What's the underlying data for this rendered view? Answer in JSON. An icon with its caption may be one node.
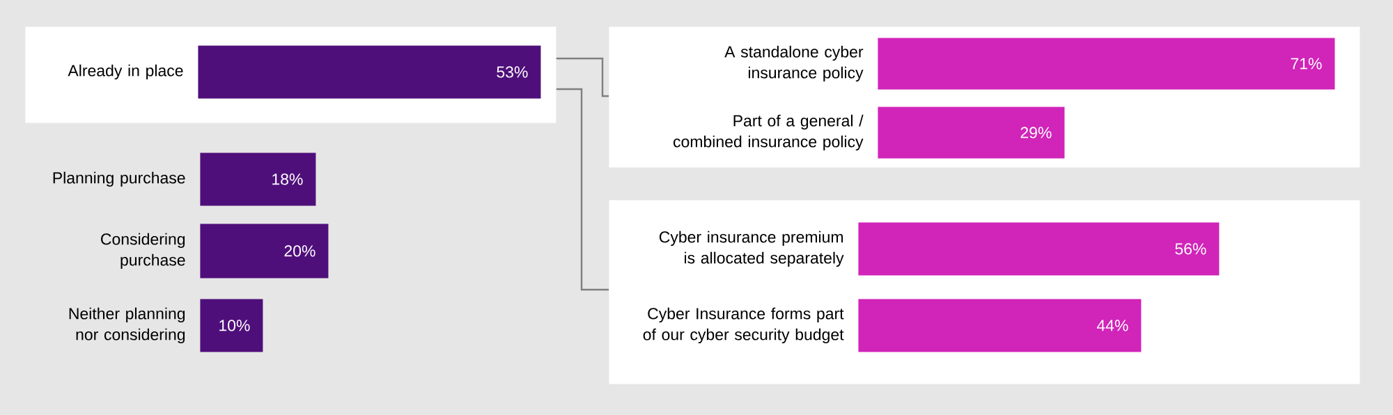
{
  "diagram": {
    "nodes": [
      {
        "text": [],
        "shape": "box"
      },
      {
        "text": [
          "53%"
        ],
        "in": 0,
        "beside": [
          "Already in place"
        ]
      },
      {
        "text": [
          "18%"
        ],
        "beside": [
          "Planning purchase"
        ]
      },
      {
        "text": [
          "20%"
        ],
        "beside": [
          "Considering purchase"
        ]
      },
      {
        "text": [
          "10%"
        ],
        "beside": [
          "Neither planning nor considering"
        ]
      },
      {
        "text": [],
        "shape": "box"
      },
      {
        "text": [
          "71%"
        ],
        "in": 5,
        "beside": [
          "A standalone cyber insurance policy"
        ]
      },
      {
        "text": [
          "29%"
        ],
        "in": 5,
        "beside": [
          "Part of a general / combined insurance policy"
        ]
      },
      {
        "text": [],
        "shape": "box"
      },
      {
        "text": [
          "56%"
        ],
        "in": 8,
        "beside": [
          "Cyber insurance premium is allocated separately"
        ]
      },
      {
        "text": [
          "44%"
        ],
        "in": 8,
        "beside": [
          "Cyber Insurance forms part of our cyber security budget"
        ]
      }
    ],
    "edges": [
      {
        "from": 0,
        "to": 5,
        "arrow": "none"
      },
      {
        "from": 0,
        "to": 8,
        "arrow": "none"
      }
    ]
  }
}
